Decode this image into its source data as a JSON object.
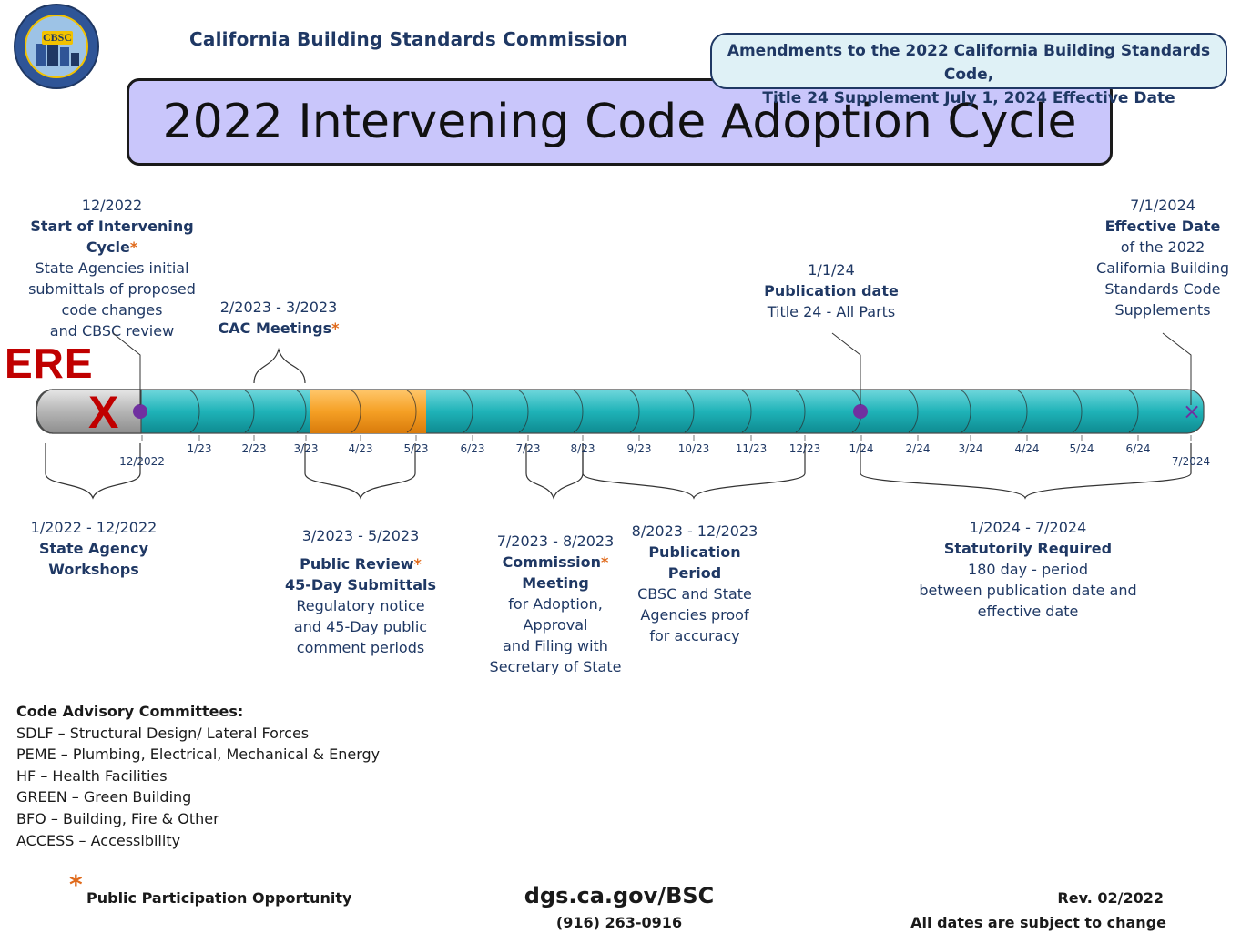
{
  "header": {
    "org_name": "California Building Standards Commission",
    "logo_text": "CBSC",
    "amendment_line1": "Amendments to the 2022 California Building Standards Code,",
    "amendment_line2": "Title 24 Supplement July 1, 2024 Effective Date",
    "title": "2022 Intervening Code Adoption Cycle"
  },
  "marker": {
    "here_text": "ERE",
    "x_mark": "X",
    "end_mark": "×"
  },
  "timeline": {
    "ticks": [
      "12/2022",
      "1/23",
      "2/23",
      "3/23",
      "4/23",
      "5/23",
      "6/23",
      "7/23",
      "8/23",
      "9/23",
      "10/23",
      "11/23",
      "12/23",
      "1/24",
      "2/24",
      "3/24",
      "4/24",
      "5/24",
      "6/24",
      "7/2024"
    ]
  },
  "above": {
    "start": {
      "date": "12/2022",
      "title": "Start of Intervening Cycle",
      "l1": "State Agencies initial",
      "l2": "submittals of proposed",
      "l3": "code changes",
      "l4": "and CBSC review"
    },
    "cac": {
      "date": "2/2023 - 3/2023",
      "title": "CAC Meetings"
    },
    "pub": {
      "date": "1/1/24",
      "title": "Publication date",
      "l1": "Title 24 - All Parts"
    },
    "eff": {
      "date": "7/1/2024",
      "title": "Effective Date",
      "l1": "of the 2022",
      "l2": "California Building",
      "l3": "Standards Code",
      "l4": "Supplements"
    }
  },
  "below": {
    "workshops": {
      "date": "1/2022 - 12/2022",
      "t1": "State Agency",
      "t2": "Workshops"
    },
    "review": {
      "date": "3/2023 - 5/2023",
      "t1": "Public Review",
      "t2": "45-Day Submittals",
      "l1": "Regulatory notice",
      "l2": "and 45-Day public",
      "l3": "comment periods"
    },
    "commission": {
      "date": "7/2023 - 8/2023",
      "t1": "Commission",
      "t2": "Meeting",
      "l1": "for Adoption,",
      "l2": "Approval",
      "l3": "and Filing with",
      "l4": "Secretary of State"
    },
    "period": {
      "date": "8/2023 - 12/2023",
      "t1": "Publication",
      "t2": "Period",
      "l1": "CBSC and State",
      "l2": "Agencies proof",
      "l3": "for accuracy"
    },
    "statutory": {
      "date": "1/2024 - 7/2024",
      "t1": "Statutorily Required",
      "l1": "180 day - period",
      "l2": "between publication date and",
      "l3": "effective date"
    }
  },
  "cac_list": {
    "heading": "Code Advisory Committees:",
    "items": [
      "SDLF – Structural Design/ Lateral Forces",
      "PEME – Plumbing, Electrical, Mechanical & Energy",
      "HF – Health Facilities",
      "GREEN – Green Building",
      "BFO – Building, Fire & Other",
      "ACCESS – Accessibility"
    ]
  },
  "footer": {
    "star": "*",
    "participation": "Public Participation Opportunity",
    "website": "dgs.ca.gov/BSC",
    "phone": "(916) 263-0916",
    "rev": "Rev. 02/2022",
    "disclaimer": "All dates are subject to change"
  },
  "colors": {
    "navy": "#1f3864",
    "teal": "#1fb3b8",
    "orange": "#f5a025",
    "gray": "#b5b5b5",
    "title_fill": "#c9c6fb",
    "star": "#e06a1b",
    "here": "#c00000",
    "dot": "#7030a0"
  }
}
